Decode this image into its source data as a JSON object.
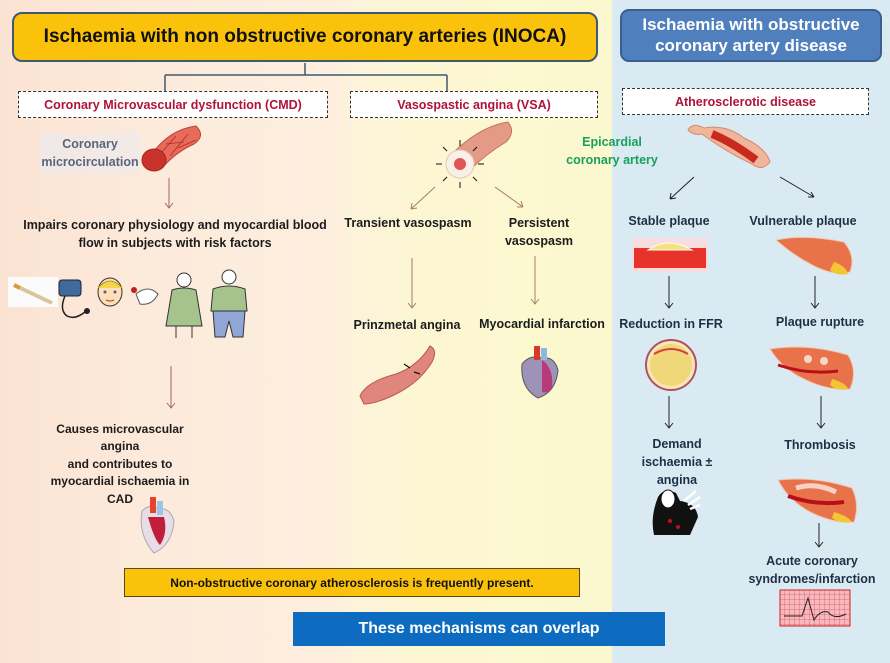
{
  "inoca": {
    "title": "Ischaemia with non obstructive coronary arteries (INOCA)",
    "cmd": {
      "heading": "Coronary Microvascular dysfunction (CMD)",
      "tag": [
        "Coronary",
        "microcirculation"
      ],
      "step1": [
        "Impairs coronary physiology and myocardial blood",
        "flow in subjects with risk factors"
      ],
      "risk_factor_icons": [
        "cigarette-icon",
        "blood-pressure-cuff-icon",
        "face-icon",
        "glucose-finger-prick-icon",
        "obese-woman-icon",
        "obese-man-icon"
      ],
      "step2": [
        "Causes microvascular angina",
        "and contributes to",
        "myocardial ischaemia in",
        "CAD"
      ],
      "bottom_icon": "heart-anatomy-icon"
    },
    "vsa": {
      "heading": "Vasospastic angina (VSA)",
      "branch_left": [
        "Transient vasospasm"
      ],
      "branch_right": [
        "Persistent",
        "vasospasm"
      ],
      "outcome_left": "Prinzmetal angina",
      "outcome_right": "Myocardial infarction"
    },
    "note": "Non-obstructive coronary atherosclerosis is frequently present."
  },
  "obstructive": {
    "title": [
      "Ischaemia with obstructive",
      "coronary artery disease"
    ],
    "heading": "Atherosclerotic disease",
    "tag": [
      "Epicardial",
      "coronary artery"
    ],
    "stable": {
      "label": "Stable plaque",
      "step1": "Reduction in FFR",
      "step2": [
        "Demand",
        "ischaemia ±",
        "angina"
      ]
    },
    "vulnerable": {
      "label": "Vulnerable plaque",
      "step1": "Plaque rupture",
      "step2": "Thrombosis",
      "step3": [
        "Acute coronary",
        "syndromes/infarction"
      ]
    }
  },
  "footer": "These mechanisms can overlap",
  "colors": {
    "inoca_title_bg": "#fbc20c",
    "obstructive_title_bg": "#4f80bd",
    "heading_red": "#b0123a",
    "tag_green": "#17a05c",
    "footer_blue": "#0d6cc0"
  }
}
